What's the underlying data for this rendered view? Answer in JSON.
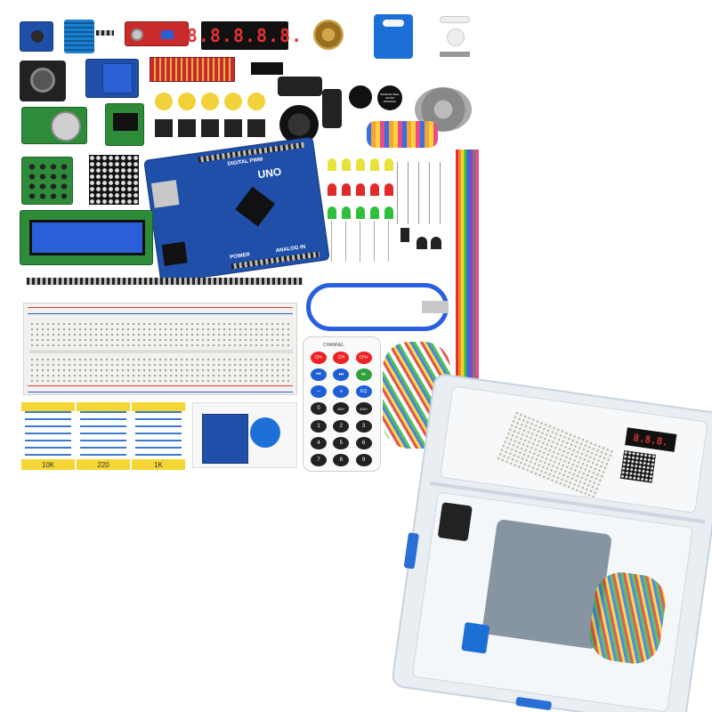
{
  "uno": {
    "brand": "UNO",
    "sub": "DIGITAL PWM",
    "power": "POWER",
    "analog": "ANALOG IN"
  },
  "seven_seg": {
    "digits": "8.8.8.8.8.",
    "small_digits": "8.8.8."
  },
  "resistors": {
    "r1": "10K",
    "r2": "220",
    "r3": "1K"
  },
  "remote": {
    "title": "CHANNEL",
    "buttons": [
      "CH-",
      "CH",
      "CH+",
      "⏮",
      "⏭",
      "⏯",
      "−",
      "+",
      "EQ",
      "0",
      "100+",
      "200+",
      "1",
      "2",
      "3",
      "4",
      "5",
      "6",
      "7",
      "8",
      "9"
    ]
  },
  "sticker": "REMOVE SEAL AFTER WASHING",
  "colors": {
    "pcb_blue": "#1f4fa8",
    "pcb_green": "#2e8b3a",
    "box_lid": "#e9eef3",
    "clip_blue": "#2a6fd6"
  }
}
